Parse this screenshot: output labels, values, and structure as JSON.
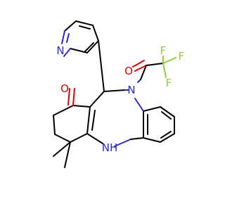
{
  "molecule": {
    "atoms": {
      "pyridine_n": "N",
      "ring_nh": "NH",
      "amide_n": "N",
      "ketone_o": "O",
      "amide_o": "O",
      "f1": "F",
      "f2": "F",
      "f3": "F"
    },
    "colors": {
      "nitrogen": "#2a2ad4",
      "oxygen": "#e00000",
      "fluorine": "#8ccf3a",
      "bond": "#000000"
    }
  }
}
